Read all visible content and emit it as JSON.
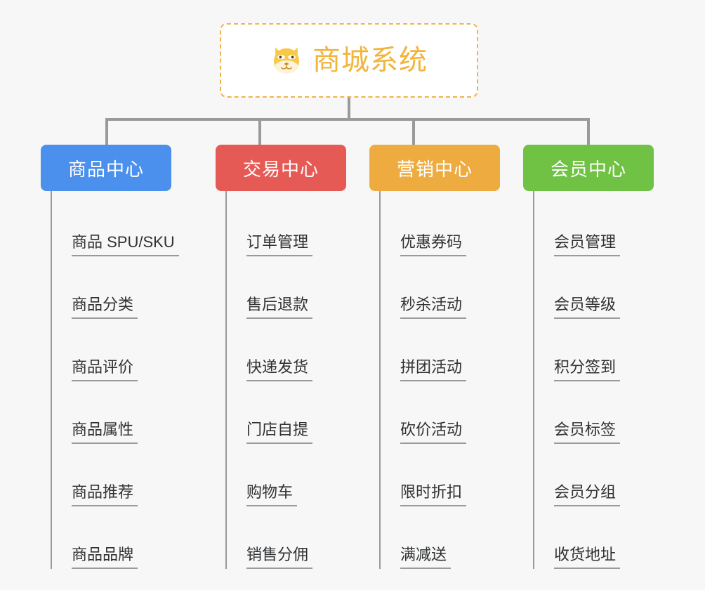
{
  "root": {
    "title": "商城系统",
    "icon": "shiba-dog-face-icon",
    "border_color": "#f0b44c",
    "text_color": "#f2b43c",
    "background": "#ffffff"
  },
  "canvas": {
    "background": "#f7f7f7",
    "connector_color": "#9a9a9a"
  },
  "columns": [
    {
      "id": "product-center",
      "label": "商品中心",
      "color": "#4a90ec",
      "items": [
        "商品 SPU/SKU",
        "商品分类",
        "商品评价",
        "商品属性",
        "商品推荐",
        "商品品牌"
      ]
    },
    {
      "id": "trade-center",
      "label": "交易中心",
      "color": "#e65a55",
      "items": [
        "订单管理",
        "售后退款",
        "快递发货",
        "门店自提",
        "购物车",
        "销售分佣"
      ]
    },
    {
      "id": "marketing-center",
      "label": "营销中心",
      "color": "#eeab40",
      "items": [
        "优惠券码",
        "秒杀活动",
        "拼团活动",
        "砍价活动",
        "限时折扣",
        "满减送"
      ]
    },
    {
      "id": "member-center",
      "label": "会员中心",
      "color": "#70c244",
      "items": [
        "会员管理",
        "会员等级",
        "积分签到",
        "会员标签",
        "会员分组",
        "收货地址"
      ]
    }
  ]
}
